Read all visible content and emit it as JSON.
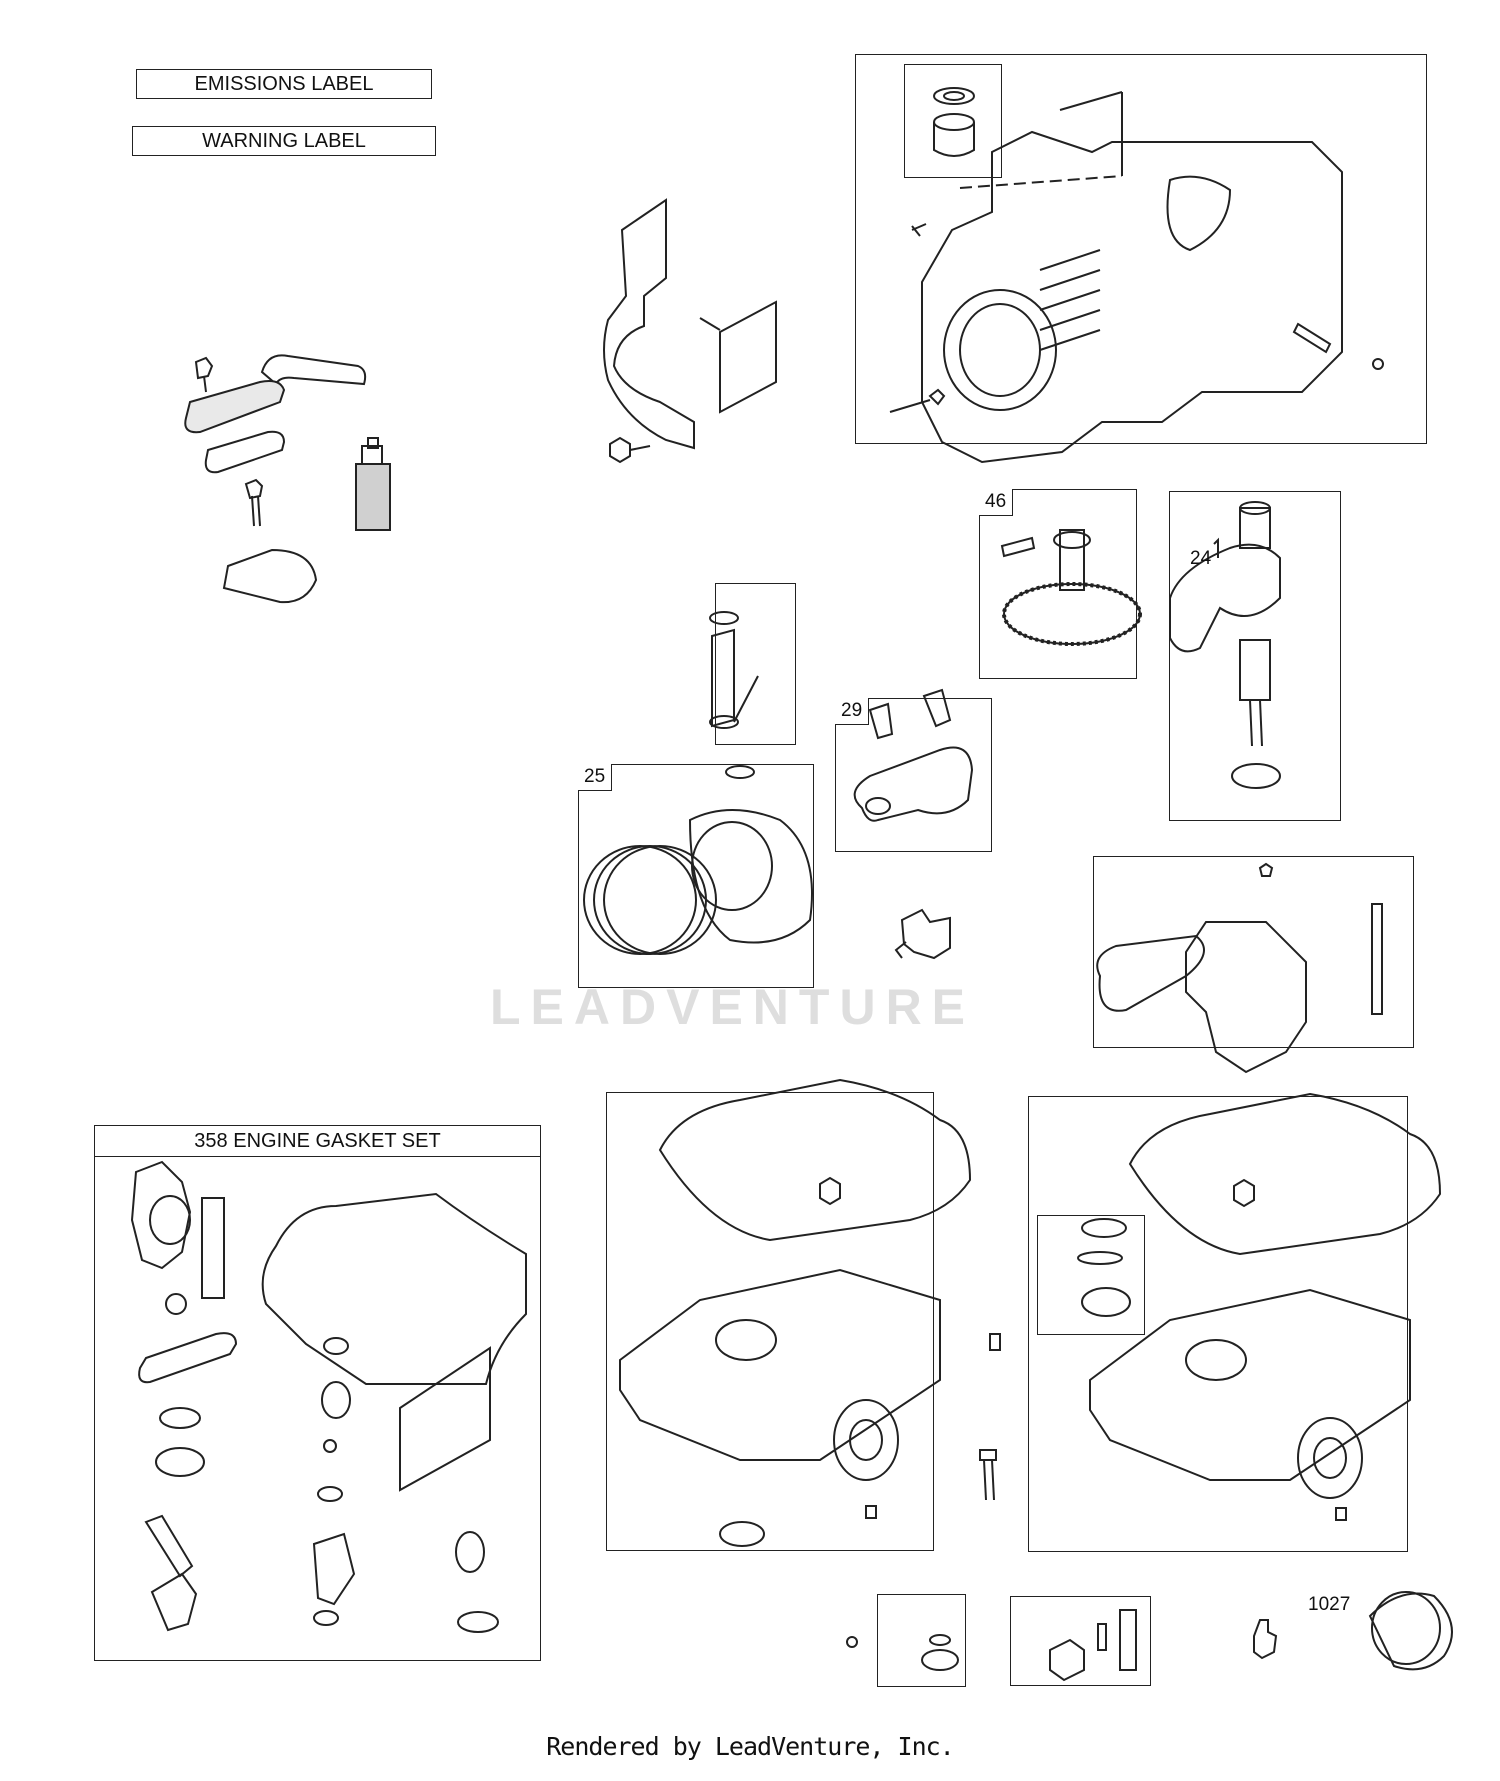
{
  "labels": {
    "emissions": "EMISSIONS LABEL",
    "warning": "WARNING LABEL",
    "gasket_set": "358 ENGINE GASKET SET"
  },
  "refs": {
    "camshaft": "46",
    "crankshaft": "24",
    "connecting_rod": "29",
    "piston": "25",
    "oil_filter": "1027"
  },
  "watermark": "LEADVENTURE",
  "footer": "Rendered by LeadVenture, Inc."
}
